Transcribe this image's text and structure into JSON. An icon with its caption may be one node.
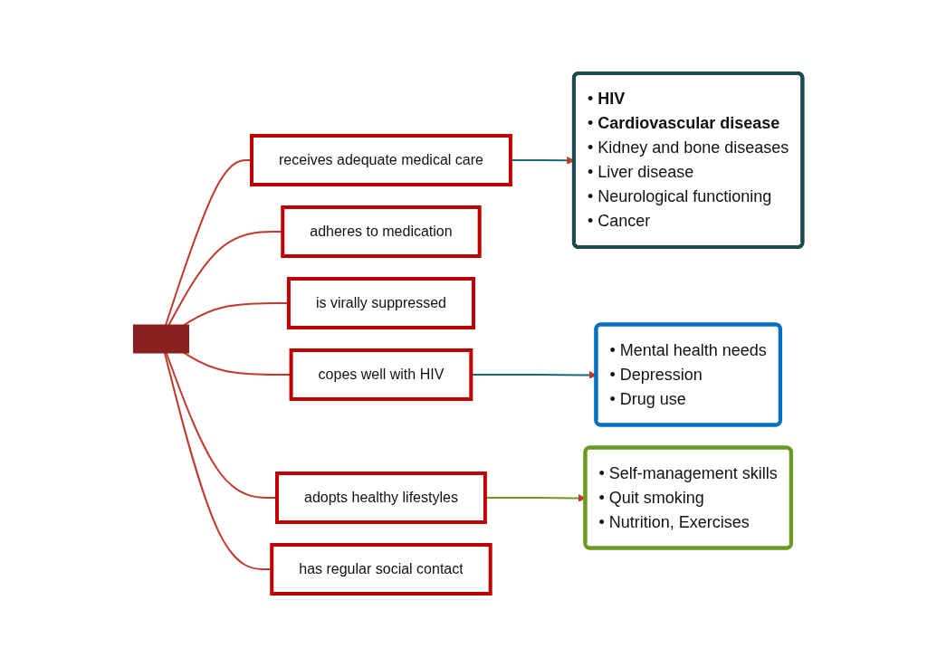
{
  "diagram": {
    "nodes": [
      {
        "text": [],
        "shape": "bar"
      },
      {
        "text": [
          "receives adequate medical care"
        ]
      },
      {
        "text": [
          "• **HIV**",
          "• **Cardiovascular disease**",
          "• Kidney and bone diseases",
          "• Liver disease",
          "• Neurological functioning",
          "• Cancer"
        ]
      },
      {
        "text": [
          "adheres to medication"
        ]
      },
      {
        "text": [
          "is virally suppressed"
        ]
      },
      {
        "text": [
          "copes well with HIV"
        ]
      },
      {
        "text": [
          "• Mental health needs",
          "• Depression",
          "• Drug use"
        ]
      },
      {
        "text": [
          "adopts healthy lifestyles"
        ]
      },
      {
        "text": [
          "• Self-management skills",
          "• Quit smoking",
          "• Nutrition, Exercises"
        ]
      },
      {
        "text": [
          "has regular social contact"
        ]
      }
    ],
    "edges": [
      {
        "from": 0,
        "to": 1,
        "arrow": "none"
      },
      {
        "from": 0,
        "to": 3,
        "arrow": "none"
      },
      {
        "from": 0,
        "to": 4,
        "arrow": "none"
      },
      {
        "from": 0,
        "to": 5,
        "arrow": "none"
      },
      {
        "from": 0,
        "to": 7,
        "arrow": "none"
      },
      {
        "from": 0,
        "to": 9,
        "arrow": "none"
      },
      {
        "from": 1,
        "to": 2,
        "arrow": "to",
        "color": "#1b6b73"
      },
      {
        "from": 5,
        "to": 6,
        "arrow": "to",
        "color": "#1b6b73"
      },
      {
        "from": 7,
        "to": 8,
        "arrow": "to",
        "color": "#6b9a23"
      }
    ]
  }
}
